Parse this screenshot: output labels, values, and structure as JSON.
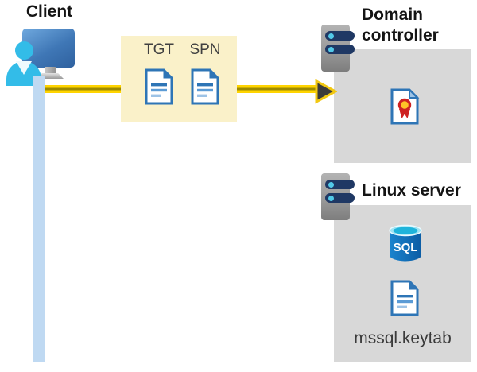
{
  "diagram": {
    "client": {
      "label": "Client"
    },
    "tickets": {
      "tgt_label": "TGT",
      "spn_label": "SPN"
    },
    "domain_controller": {
      "title": "Domain controller"
    },
    "linux_server": {
      "title": "Linux server",
      "db_label": "SQL",
      "file_label": "mssql.keytab"
    },
    "colors": {
      "arrow_yellow": "#FFD400",
      "arrow_core": "#9C8A00",
      "arrowhead_fill": "#3B3B3B",
      "ticket_box_bg": "#FAF1C9",
      "panel_bg": "#D8D8D8",
      "timeline_blue": "#BFD9F2",
      "doc_blue": "#2E75B6",
      "person_cyan": "#33BCE8",
      "monitor_blue": "#3F77B6",
      "server_bar_navy": "#1F3864",
      "server_dot_cyan": "#52C9E8",
      "sql_blue": "#1172BA",
      "sql_top_cyan": "#1FB4DB",
      "cert_red": "#CE2222",
      "cert_gold": "#FFC427"
    }
  }
}
